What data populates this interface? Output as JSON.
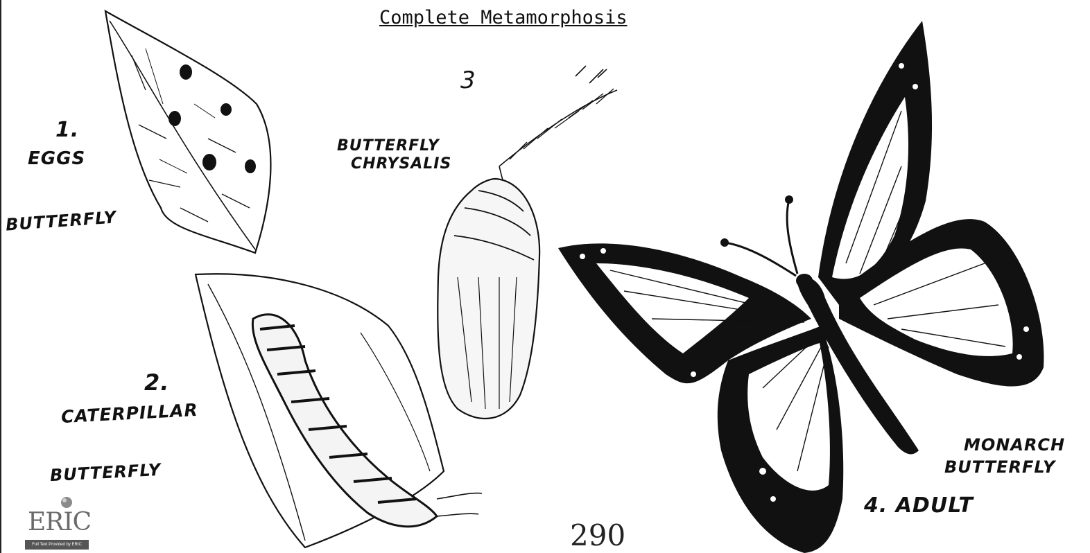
{
  "title": "Complete Metamorphosis",
  "stages": {
    "eggs": {
      "number": "1.",
      "label": "EGGS",
      "subject": "BUTTERFLY"
    },
    "caterpillar": {
      "number": "2.",
      "label": "CATERPILLAR",
      "subject": "BUTTERFLY"
    },
    "chrysalis": {
      "number": "3",
      "line1": "BUTTERFLY",
      "line2": "CHRYSALIS"
    },
    "adult": {
      "label": "4. ADULT",
      "line1": "MONARCH",
      "line2": "BUTTERFLY"
    }
  },
  "page_number": "290",
  "eric_logo": {
    "text": "ERIC",
    "tagline": "Full Text Provided by ERIC"
  }
}
